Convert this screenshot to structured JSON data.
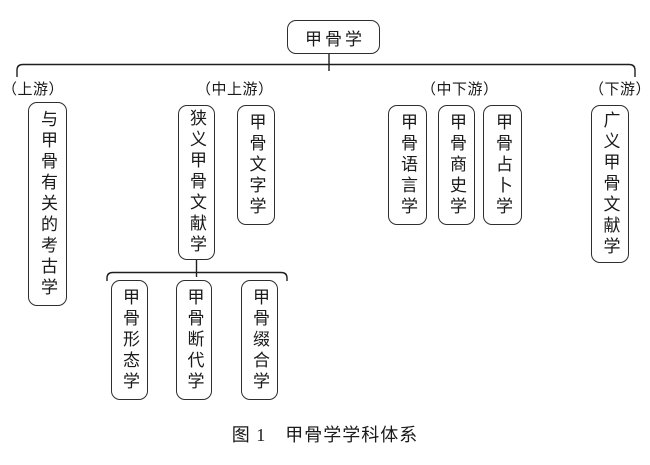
{
  "figure": {
    "root": {
      "label": "甲骨学"
    },
    "caption": "图 1　甲骨学学科体系"
  },
  "groups": [
    {
      "label": "（上游）",
      "boxes": [
        {
          "label": "与甲骨有关的考古学"
        }
      ]
    },
    {
      "label": "（中上游）",
      "boxes": [
        {
          "label": "狭义甲骨文献学"
        },
        {
          "label": "甲骨文字学"
        }
      ],
      "sub_boxes": [
        {
          "label": "甲骨形态学"
        },
        {
          "label": "甲骨断代学"
        },
        {
          "label": "甲骨缀合学"
        }
      ]
    },
    {
      "label": "（中下游）",
      "boxes": [
        {
          "label": "甲骨语言学"
        },
        {
          "label": "甲骨商史学"
        },
        {
          "label": "甲骨占卜学"
        }
      ]
    },
    {
      "label": "（下游）",
      "boxes": [
        {
          "label": "广义甲骨文献学"
        }
      ]
    }
  ],
  "colors": {
    "background": "#ffffff",
    "line": "#1f1f1f",
    "border": "#2e2e2e",
    "text": "#1a1a1a"
  }
}
